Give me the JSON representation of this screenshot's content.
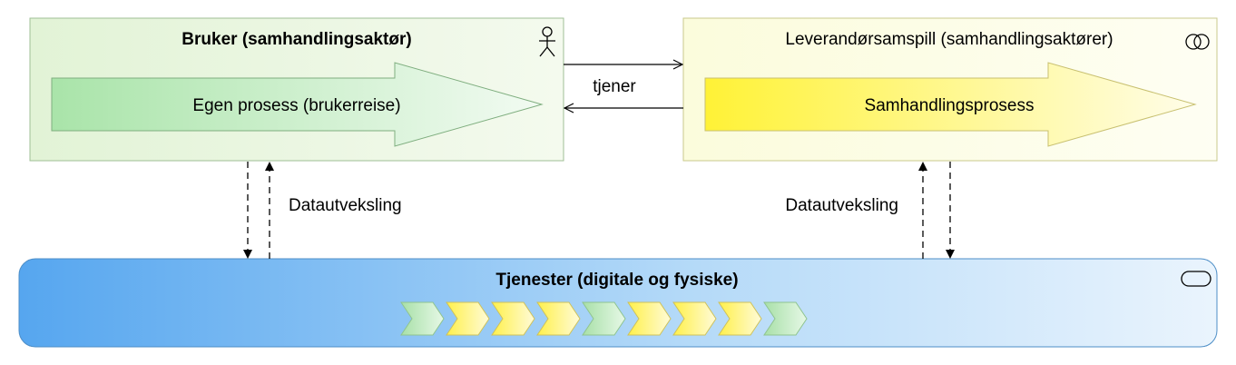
{
  "boxes": {
    "user": {
      "title": "Bruker (samhandlingsaktør)",
      "icon": "actor-icon",
      "process_label": "Egen prosess (brukerreise)"
    },
    "supplier": {
      "title": "Leverandørsamspill (samhandlingsaktører)",
      "icon": "collaboration-icon",
      "process_label": "Samhandlingsprosess"
    },
    "services": {
      "title": "Tjenester (digitale og fysiske)",
      "icon": "service-icon",
      "chevron_colors": [
        "green",
        "yellow",
        "yellow",
        "yellow",
        "green",
        "yellow",
        "yellow",
        "yellow",
        "green"
      ]
    }
  },
  "relations": {
    "serves_label": "tjener",
    "left_exchange_label": "Datautveksling",
    "right_exchange_label": "Datautveksling"
  },
  "colors": {
    "user_fill": "#e6f5dc",
    "supplier_fill": "#fdfde0",
    "services_blue": "#5aaaf0",
    "green_arrow": "#b6e8b6",
    "yellow_arrow": "#fff45e"
  }
}
